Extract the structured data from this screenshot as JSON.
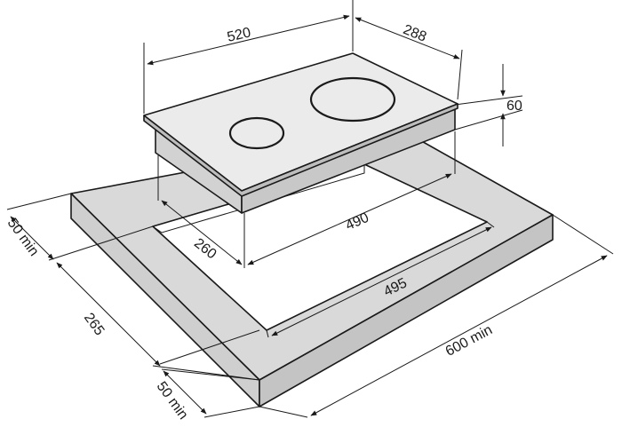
{
  "dimensions": {
    "width_top": "520",
    "depth_top": "288",
    "height": "60",
    "cutout_depth": "260",
    "cutout_width": "490",
    "countertop_inner": "495",
    "countertop_width": "600 min",
    "front_margin": "50 min",
    "back_margin": "50 min",
    "side_depth": "265"
  },
  "colors": {
    "glass_top": "#ebebeb",
    "hob_body": "#d2d2d2",
    "counter_top": "#d9d9d9",
    "counter_side_front": "#cfcfcf",
    "counter_side_right": "#c4c4c4",
    "line": "#1a1a1a"
  }
}
